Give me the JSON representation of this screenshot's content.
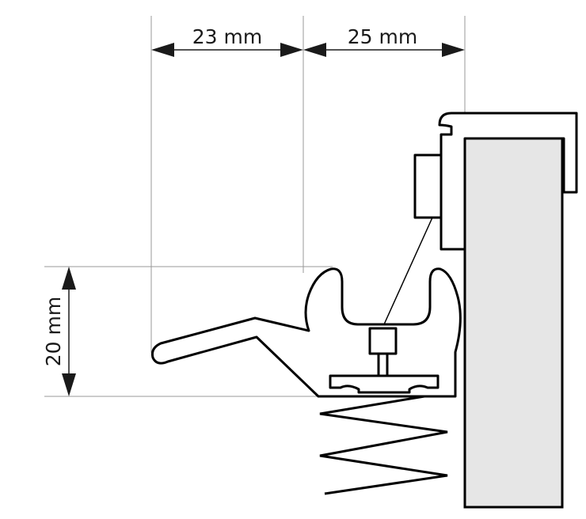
{
  "dimensions": {
    "width_left": "23 mm",
    "width_right": "25 mm",
    "height": "20 mm"
  },
  "colors": {
    "line": "#000000",
    "extension_line": "#999999",
    "panel_fill": "#e6e6e6"
  }
}
